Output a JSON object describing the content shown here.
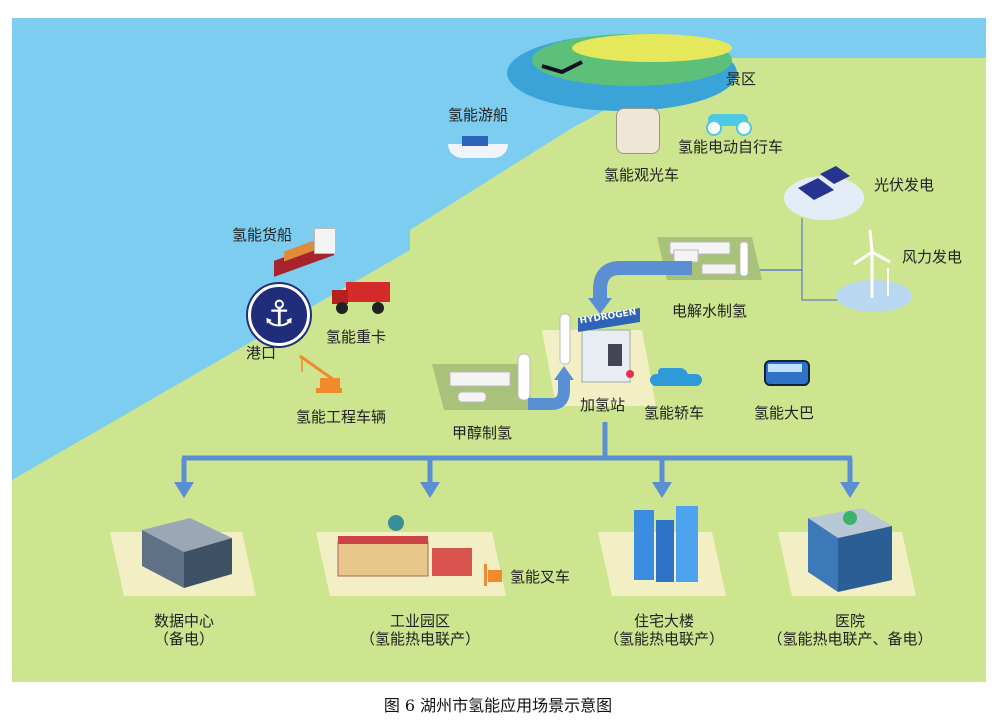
{
  "labels": {
    "scenic_area": "景区",
    "cruise_ship": "氢能游船",
    "e_bike": "氢能电动自行车",
    "sightseeing_car": "氢能观光车",
    "photovoltaic": "光伏发电",
    "wind_power": "风力发电",
    "cargo_ship": "氢能货船",
    "port": "港口",
    "heavy_truck": "氢能重卡",
    "engineering_vehicle": "氢能工程车辆",
    "electrolysis": "电解水制氢",
    "methanol": "甲醇制氢",
    "station": "加氢站",
    "car": "氢能轿车",
    "bus": "氢能大巴",
    "forklift": "氢能叉车",
    "station_sign": "HYDROGEN"
  },
  "destinations": [
    {
      "name": "数据中心",
      "note": "（备电）"
    },
    {
      "name": "工业园区",
      "note": "（氢能热电联产）"
    },
    {
      "name": "住宅大楼",
      "note": "（氢能热电联产）"
    },
    {
      "name": "医院",
      "note": "（氢能热电联产、备电）"
    }
  ],
  "caption": "图 6  湖州市氢能应用场景示意图",
  "colors": {
    "water": "#7ccdf0",
    "land": "#cde58f",
    "arrow": "#5b8fd4",
    "port": "#1f2d7a"
  }
}
